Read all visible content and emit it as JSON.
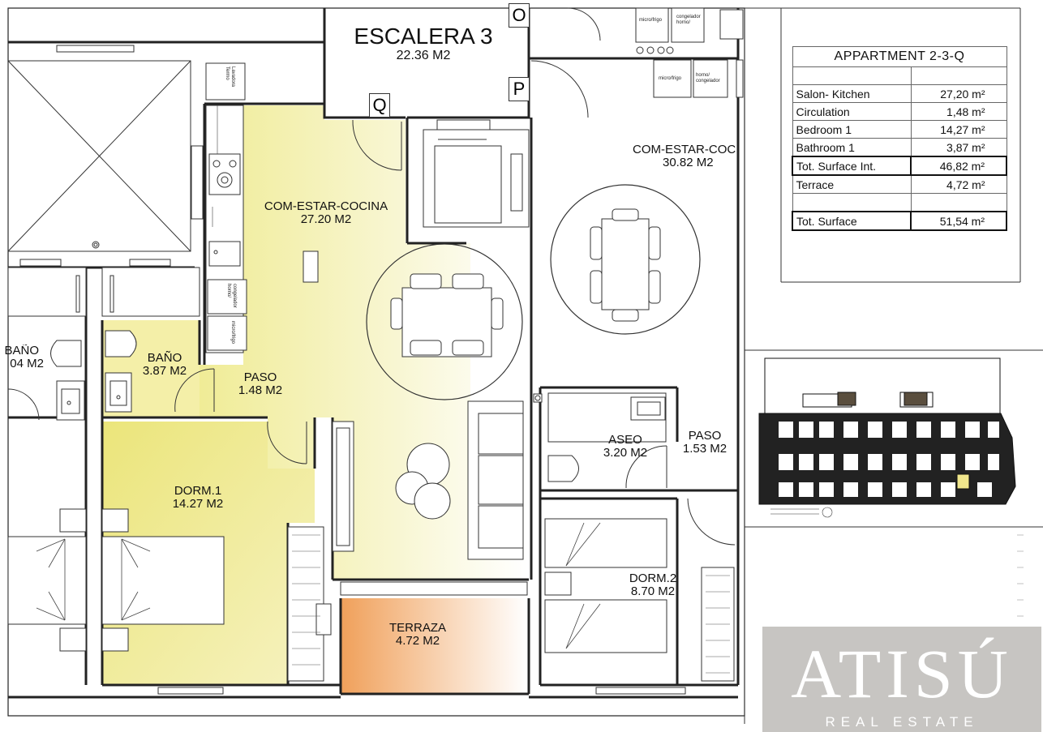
{
  "rooms": {
    "escalera": {
      "name": "ESCALERA 3",
      "area": "22.36 M2"
    },
    "com_estar_cocina": {
      "name": "COM-ESTAR-COCINA",
      "area": "27.20 M2"
    },
    "com_estar_coc_right": {
      "name": "COM-ESTAR-COC",
      "area": "30.82 M2"
    },
    "bano": {
      "name": "BAÑO",
      "area": "3.87 M2"
    },
    "bano_left": {
      "name": "BAÑO",
      "area": "04 M2"
    },
    "paso": {
      "name": "PASO",
      "area": "1.48 M2"
    },
    "dorm1": {
      "name": "DORM.1",
      "area": "14.27 M2"
    },
    "terraza": {
      "name": "TERRAZA",
      "area": "4.72 M2"
    },
    "aseo": {
      "name": "ASEO",
      "area": "3.20 M2"
    },
    "paso_right": {
      "name": "PASO",
      "area": "1.53 M2"
    },
    "dorm2": {
      "name": "DORM.2",
      "area": "8.70 M2"
    }
  },
  "door_letters": {
    "o": "O",
    "p": "P",
    "q": "Q"
  },
  "appliances": {
    "micro_frigo": "micro/frigo",
    "congelador_horno": "congelador horno/",
    "horno_congelador": "horno/ congelador",
    "lavadora_termo": "Lavadora Termo",
    "congelador_horno_v": "congelador horno/",
    "micro_frigo_v": "micro/frigo"
  },
  "surface_table": {
    "title": "APPARTMENT 2-3-Q",
    "rows": [
      {
        "label": "",
        "value": ""
      },
      {
        "label": "Salon- Kitchen",
        "value": "27,20 m²"
      },
      {
        "label": "Circulation",
        "value": "1,48 m²"
      },
      {
        "label": "Bedroom 1",
        "value": "14,27 m²"
      },
      {
        "label": "Bathroom 1",
        "value": "3,87 m²"
      },
      {
        "label": "Tot. Surface Int.",
        "value": "46,82 m²"
      },
      {
        "label": "Terrace",
        "value": "4,72 m²"
      },
      {
        "label": "",
        "value": ""
      },
      {
        "label": "Tot. Surface",
        "value": "51,54 m²"
      }
    ]
  },
  "logo": {
    "title": "ATISÚ",
    "subtitle": "REAL ESTATE"
  },
  "colors": {
    "living_fill": "#f3f0a6",
    "bedroom_fill": "#eeea8a",
    "terrace_fill": "#f2a35e",
    "wall": "#222222",
    "logo_bg": "#c7c5c2"
  }
}
